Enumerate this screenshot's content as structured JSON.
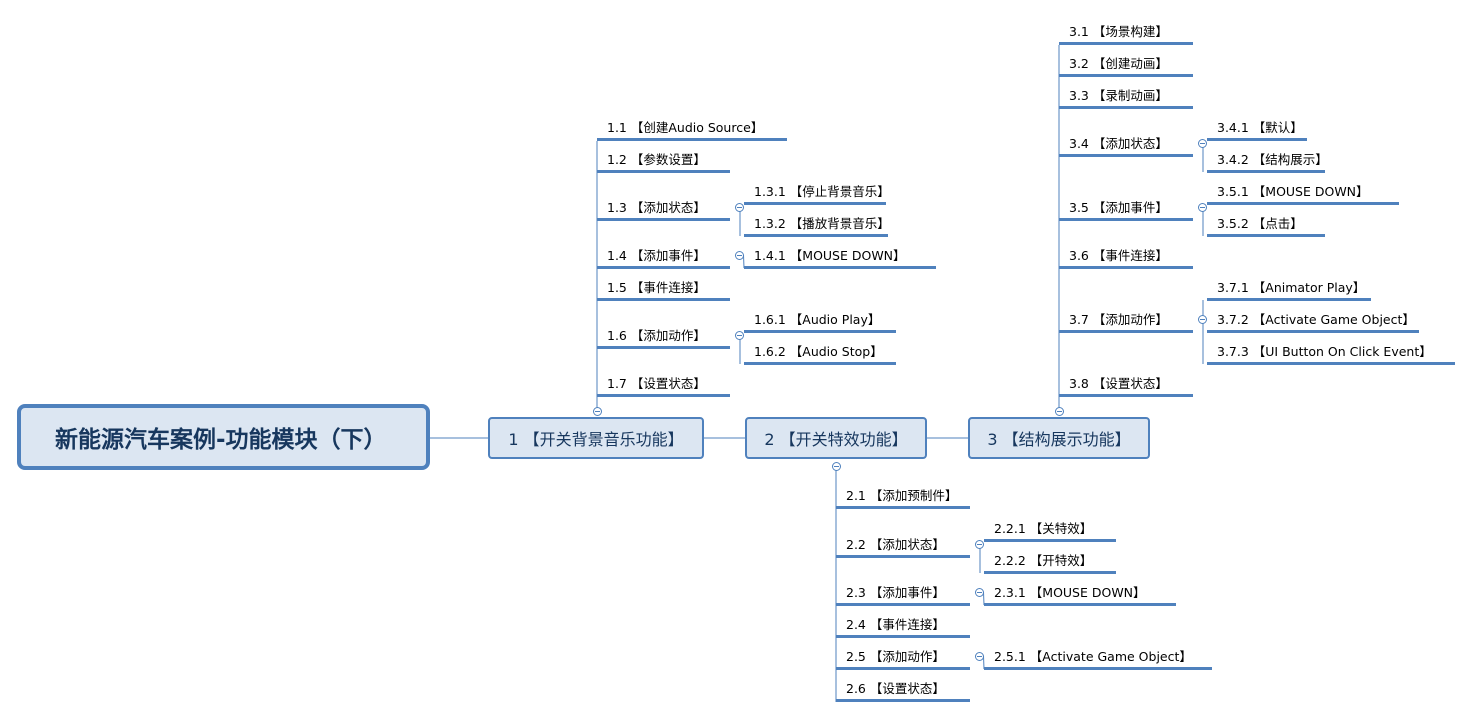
{
  "root": {
    "label": "新能源汽车案例-功能模块（下）"
  },
  "branches": [
    {
      "label": "1 【开关背景音乐功能】",
      "items": [
        {
          "label": "1.1 【创建Audio Source】",
          "children": []
        },
        {
          "label": "1.2 【参数设置】",
          "children": []
        },
        {
          "label": "1.3 【添加状态】",
          "children": [
            {
              "label": "1.3.1 【停止背景音乐】"
            },
            {
              "label": "1.3.2 【播放背景音乐】"
            }
          ]
        },
        {
          "label": "1.4 【添加事件】",
          "children": [
            {
              "label": "1.4.1 【MOUSE DOWN】"
            }
          ]
        },
        {
          "label": "1.5 【事件连接】",
          "children": []
        },
        {
          "label": "1.6 【添加动作】",
          "children": [
            {
              "label": "1.6.1 【Audio Play】"
            },
            {
              "label": "1.6.2 【Audio Stop】"
            }
          ]
        },
        {
          "label": "1.7 【设置状态】",
          "children": []
        }
      ]
    },
    {
      "label": "2 【开关特效功能】",
      "items": [
        {
          "label": "2.1 【添加预制件】",
          "children": []
        },
        {
          "label": "2.2 【添加状态】",
          "children": [
            {
              "label": "2.2.1 【关特效】"
            },
            {
              "label": "2.2.2 【开特效】"
            }
          ]
        },
        {
          "label": "2.3 【添加事件】",
          "children": [
            {
              "label": "2.3.1 【MOUSE DOWN】"
            }
          ]
        },
        {
          "label": "2.4 【事件连接】",
          "children": []
        },
        {
          "label": "2.5 【添加动作】",
          "children": [
            {
              "label": "2.5.1 【Activate Game Object】"
            }
          ]
        },
        {
          "label": "2.6 【设置状态】",
          "children": []
        }
      ]
    },
    {
      "label": "3 【结构展示功能】",
      "items": [
        {
          "label": "3.1 【场景构建】",
          "children": []
        },
        {
          "label": "3.2 【创建动画】",
          "children": []
        },
        {
          "label": "3.3 【录制动画】",
          "children": []
        },
        {
          "label": "3.4 【添加状态】",
          "children": [
            {
              "label": "3.4.1 【默认】"
            },
            {
              "label": "3.4.2 【结构展示】"
            }
          ]
        },
        {
          "label": "3.5 【添加事件】",
          "children": [
            {
              "label": "3.5.1 【MOUSE DOWN】"
            },
            {
              "label": "3.5.2 【点击】"
            }
          ]
        },
        {
          "label": "3.6 【事件连接】",
          "children": []
        },
        {
          "label": "3.7 【添加动作】",
          "children": [
            {
              "label": "3.7.1 【Animator Play】"
            },
            {
              "label": "3.7.2 【Activate Game Object】"
            },
            {
              "label": "3.7.3 【UI Button On Click Event】"
            }
          ]
        },
        {
          "label": "3.8 【设置状态】",
          "children": []
        }
      ]
    }
  ],
  "colors": {
    "line": "#4f81bd",
    "node_fill": "#dce6f2",
    "node_text": "#17375e"
  }
}
